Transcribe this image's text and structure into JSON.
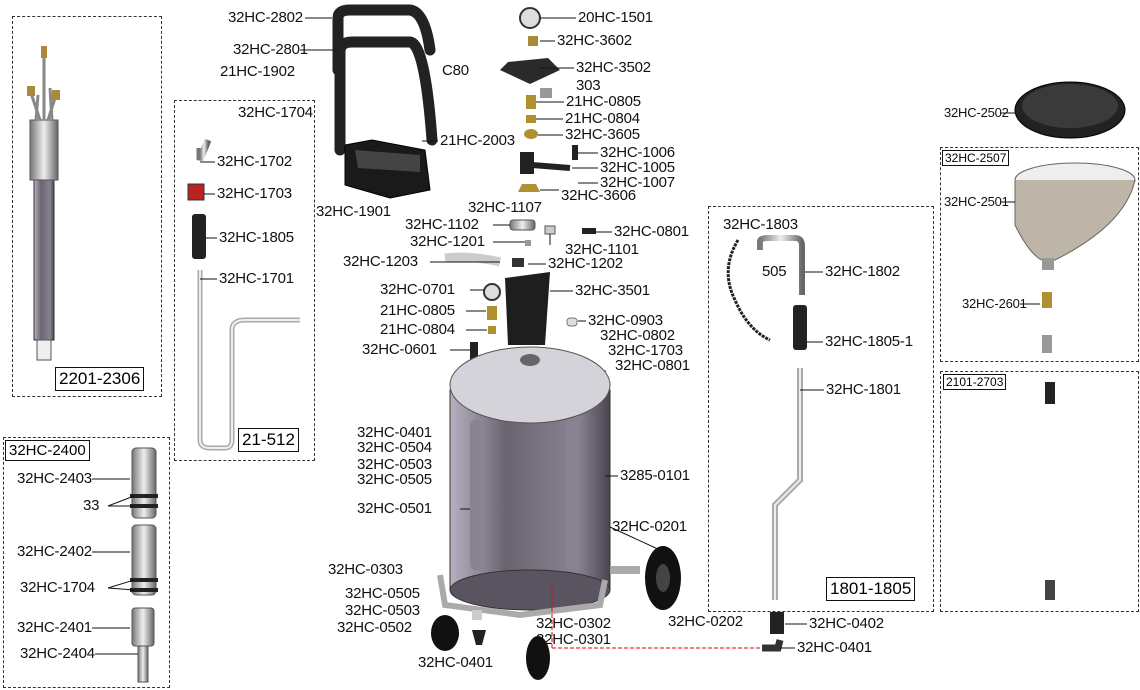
{
  "boxes": {
    "b1": "2201-2306",
    "b2": "21-512",
    "b3": "32HC-2400",
    "b4": "1801-1805",
    "b5": "32HC-2507",
    "b6": "2101-2703"
  },
  "labels": [
    "32HC-1704",
    "32HC-1702",
    "32HC-1703",
    "32HC-1805",
    "32HC-1701",
    "32HC-2403",
    "33",
    "32HC-2402",
    "32HC-1704",
    "32HC-2401",
    "32HC-2404",
    "32HC-2802",
    "32HC-2801",
    "21HC-1902",
    "C80",
    "21HC-2003",
    "32HC-1901",
    "20HC-1501",
    "32HC-3602",
    "32HC-3502",
    "303",
    "21HC-0805",
    "21HC-0804",
    "32HC-3605",
    "32HC-1006",
    "32HC-1005",
    "32HC-1007",
    "32HC-3606",
    "32HC-1107",
    "32HC-1102",
    "32HC-0801",
    "32HC-1201",
    "32HC-1101",
    "32HC-1203",
    "32HC-1202",
    "32HC-0701",
    "32HC-3501",
    "21HC-0805",
    "32HC-0903",
    "21HC-0804",
    "32HC-0802",
    "32HC-0601",
    "32HC-1703",
    "32HC-0801",
    "32HC-0401",
    "32HC-0504",
    "32HC-0503",
    "32HC-0505",
    "3285-0101",
    "32HC-0501",
    "32HC-0201",
    "32HC-0303",
    "32HC-0505",
    "32HC-0503",
    "32HC-0502",
    "32HC-0302",
    "32HC-0301",
    "32HC-0401",
    "32HC-0202",
    "32HC-0402",
    "32HC-0401",
    "32HC-1803",
    "505",
    "32HC-1802",
    "32HC-1805-1",
    "32HC-1801",
    "32HC-2502",
    "32HC-2501",
    "32HC-2601"
  ]
}
